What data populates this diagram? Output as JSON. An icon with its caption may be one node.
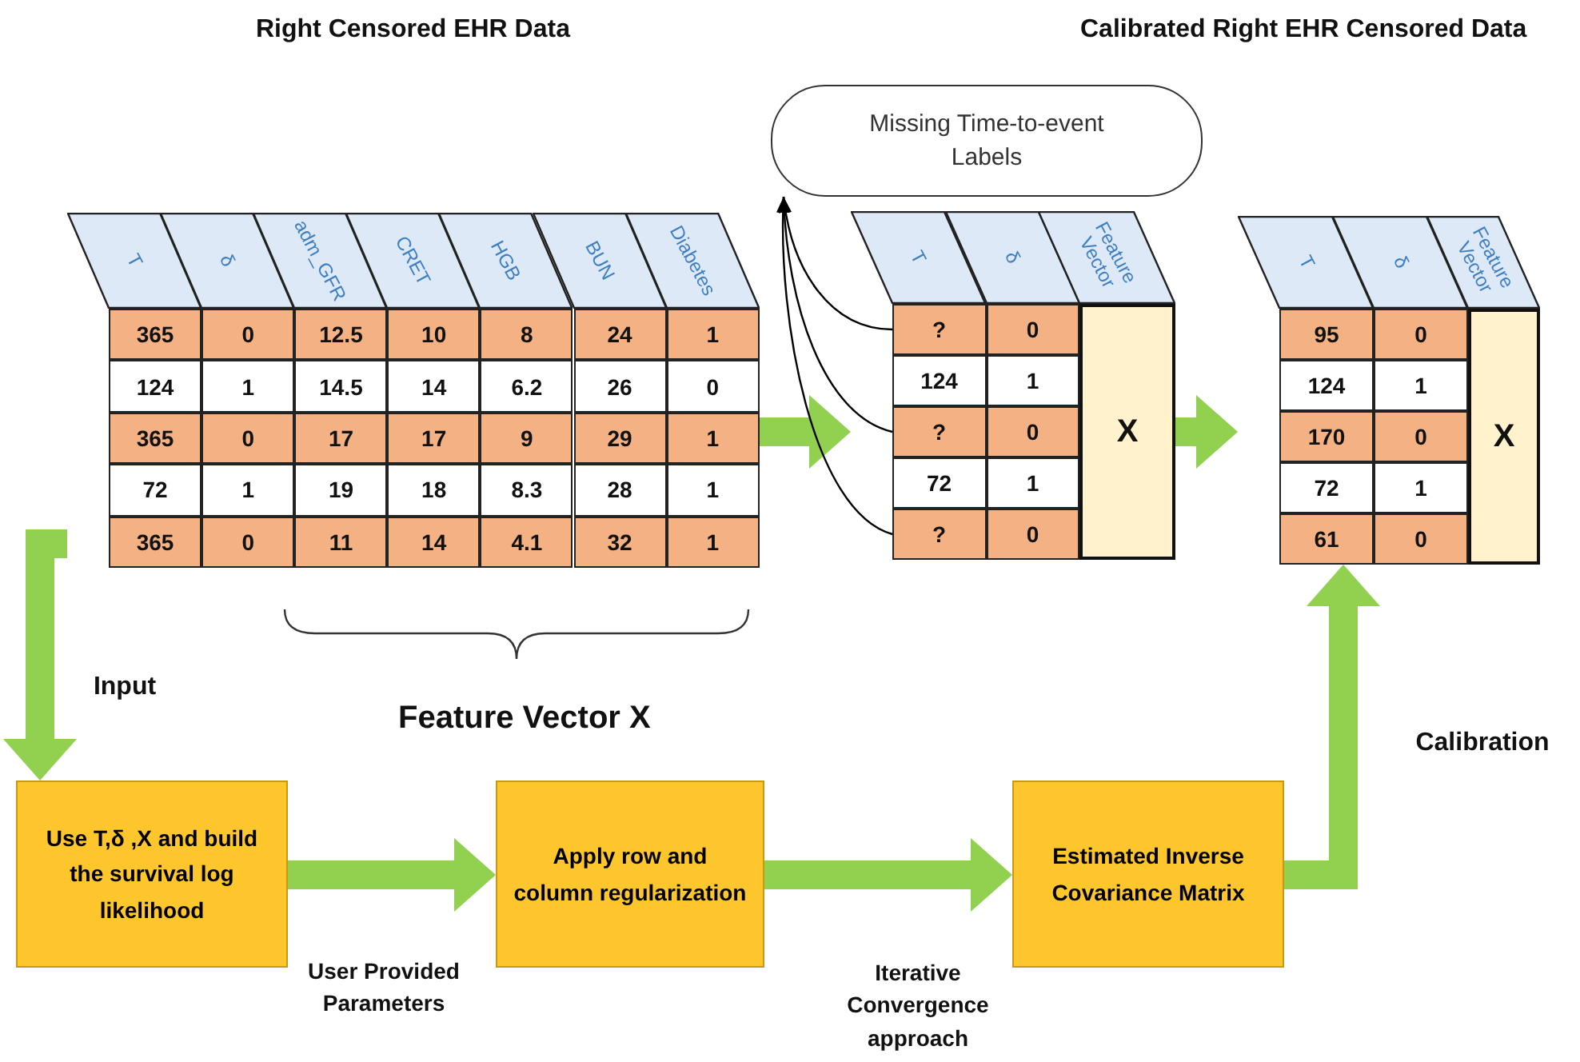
{
  "diagram": {
    "nodes": [
      {
        "text": [],
        "shape": "table"
      },
      {
        "text": [
          "T"
        ],
        "in": 0
      },
      {
        "text": [
          "δ"
        ],
        "in": 0
      },
      {
        "text": [
          "adm_GFR"
        ],
        "in": 0
      },
      {
        "text": [
          "CRET"
        ],
        "in": 0
      },
      {
        "text": [
          "HGB"
        ],
        "in": 0
      },
      {
        "text": [
          "BUN"
        ],
        "in": 0
      },
      {
        "text": [
          "Diabetes"
        ],
        "in": 0
      },
      {
        "text": [
          "365"
        ],
        "in": 0
      },
      {
        "text": [
          "0"
        ],
        "in": 0
      },
      {
        "text": [
          "12.5"
        ],
        "in": 0
      },
      {
        "text": [
          "10"
        ],
        "in": 0
      },
      {
        "text": [
          "8"
        ],
        "in": 0
      },
      {
        "text": [
          "24"
        ],
        "in": 0
      },
      {
        "text": [
          "1"
        ],
        "in": 0
      },
      {
        "text": [
          "124"
        ],
        "in": 0
      },
      {
        "text": [
          "1"
        ],
        "in": 0
      },
      {
        "text": [
          "14.5"
        ],
        "in": 0
      },
      {
        "text": [
          "14"
        ],
        "in": 0
      },
      {
        "text": [
          "6.2"
        ],
        "in": 0
      },
      {
        "text": [
          "26"
        ],
        "in": 0
      },
      {
        "text": [
          "0"
        ],
        "in": 0
      },
      {
        "text": [
          "365"
        ],
        "in": 0
      },
      {
        "text": [
          "0"
        ],
        "in": 0
      },
      {
        "text": [
          "17"
        ],
        "in": 0
      },
      {
        "text": [
          "17"
        ],
        "in": 0
      },
      {
        "text": [
          "9"
        ],
        "in": 0
      },
      {
        "text": [
          "29"
        ],
        "in": 0
      },
      {
        "text": [
          "1"
        ],
        "in": 0
      },
      {
        "text": [
          "72"
        ],
        "in": 0
      },
      {
        "text": [
          "1"
        ],
        "in": 0
      },
      {
        "text": [
          "19"
        ],
        "in": 0
      },
      {
        "text": [
          "18"
        ],
        "in": 0
      },
      {
        "text": [
          "8.3"
        ],
        "in": 0
      },
      {
        "text": [
          "28"
        ],
        "in": 0
      },
      {
        "text": [
          "1"
        ],
        "in": 0
      },
      {
        "text": [
          "365"
        ],
        "in": 0
      },
      {
        "text": [
          "0"
        ],
        "in": 0
      },
      {
        "text": [
          "11"
        ],
        "in": 0
      },
      {
        "text": [
          "14"
        ],
        "in": 0
      },
      {
        "text": [
          "4.1"
        ],
        "in": 0
      },
      {
        "text": [
          "32"
        ],
        "in": 0
      },
      {
        "text": [
          "1"
        ],
        "in": 0
      },
      {
        "text": [
          "Missing Time-to-event Labels"
        ]
      },
      {
        "text": [],
        "shape": "table"
      },
      {
        "text": [
          "T"
        ],
        "in": 44
      },
      {
        "text": [
          "δ"
        ],
        "in": 44
      },
      {
        "text": [
          "Feature Vector"
        ],
        "in": 44
      },
      {
        "text": [
          "?"
        ],
        "in": 44
      },
      {
        "text": [
          "0"
        ],
        "in": 44
      },
      {
        "text": [
          "124"
        ],
        "in": 44
      },
      {
        "text": [
          "1"
        ],
        "in": 44
      },
      {
        "text": [
          "?"
        ],
        "in": 44
      },
      {
        "text": [
          "0"
        ],
        "in": 44
      },
      {
        "text": [
          "72"
        ],
        "in": 44
      },
      {
        "text": [
          "1"
        ],
        "in": 44
      },
      {
        "text": [
          "?"
        ],
        "in": 44
      },
      {
        "text": [
          "0"
        ],
        "in": 44
      },
      {
        "text": [
          "X"
        ],
        "in": 44
      },
      {
        "text": [],
        "shape": "table"
      },
      {
        "text": [
          "T"
        ],
        "in": 59
      },
      {
        "text": [
          "δ"
        ],
        "in": 59
      },
      {
        "text": [
          "Feature Vector"
        ],
        "in": 59
      },
      {
        "text": [
          "95"
        ],
        "in": 59
      },
      {
        "text": [
          "0"
        ],
        "in": 59
      },
      {
        "text": [
          "124"
        ],
        "in": 59
      },
      {
        "text": [
          "1"
        ],
        "in": 59
      },
      {
        "text": [
          "170"
        ],
        "in": 59
      },
      {
        "text": [
          "0"
        ],
        "in": 59
      },
      {
        "text": [
          "72"
        ],
        "in": 59
      },
      {
        "text": [
          "1"
        ],
        "in": 59
      },
      {
        "text": [
          "61"
        ],
        "in": 59
      },
      {
        "text": [
          "0"
        ],
        "in": 59
      },
      {
        "text": [
          "X"
        ],
        "in": 59
      },
      {
        "text": [
          "Use T,δ ,X and build the survival log likelihood"
        ]
      },
      {
        "text": [
          "Apply row and column regularization"
        ]
      },
      {
        "text": [
          "Estimated Inverse Covariance Matrix"
        ]
      }
    ],
    "edges": [
      {
        "from": 0,
        "to": 44,
        "arrow": "to"
      },
      {
        "from": 44,
        "to": 59,
        "arrow": "to"
      },
      {
        "from": 0,
        "to": 74,
        "arrow": "to",
        "label": "Input"
      },
      {
        "from": 74,
        "to": 75,
        "arrow": "to",
        "label": "User Provided Parameters"
      },
      {
        "from": 75,
        "to": 76,
        "arrow": "to",
        "label": "Iterative Convergence approach"
      },
      {
        "from": 76,
        "to": 59,
        "arrow": "to",
        "label": "Calibration"
      },
      {
        "from": 48,
        "to": 43,
        "arrow": "to",
        "color": "#000000"
      },
      {
        "from": 52,
        "to": 43,
        "arrow": "to",
        "color": "#000000"
      },
      {
        "from": 56,
        "to": 43,
        "arrow": "to",
        "color": "#000000"
      }
    ],
    "labels": [
      "Right Censored EHR Data",
      "Calibrated Right EHR Censored Data",
      "Feature Vector X"
    ]
  }
}
